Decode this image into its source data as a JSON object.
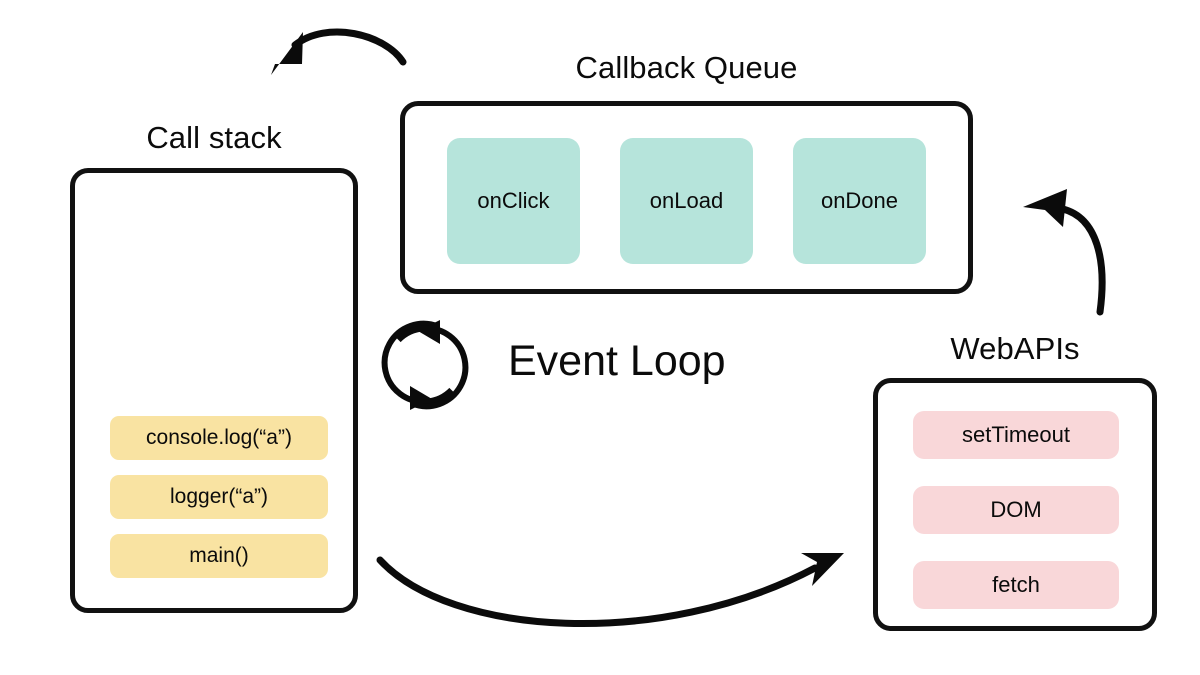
{
  "diagram": {
    "background_color": "#ffffff",
    "stroke_color": "#111111"
  },
  "call_stack": {
    "title": "Call stack",
    "accent_color": "#f9e3a2",
    "frames": [
      {
        "label": "console.log(“a”)"
      },
      {
        "label": "logger(“a”)"
      },
      {
        "label": "main()"
      }
    ]
  },
  "callback_queue": {
    "title": "Callback Queue",
    "accent_color": "#b6e4db",
    "items": [
      {
        "label": "onClick"
      },
      {
        "label": "onLoad"
      },
      {
        "label": "onDone"
      }
    ]
  },
  "webapis": {
    "title": "WebAPIs",
    "accent_color": "#f9d7d9",
    "items": [
      {
        "label": "setTimeout"
      },
      {
        "label": "DOM"
      },
      {
        "label": "fetch"
      }
    ]
  },
  "event_loop": {
    "label": "Event Loop",
    "icon": "circular-loop-icon"
  },
  "arrows": [
    {
      "name": "callback-queue-to-call-stack",
      "from": "Callback Queue",
      "to": "Call stack"
    },
    {
      "name": "webapis-to-callback-queue",
      "from": "WebAPIs",
      "to": "Callback Queue"
    },
    {
      "name": "call-stack-to-webapis",
      "from": "Call stack",
      "to": "WebAPIs"
    }
  ]
}
